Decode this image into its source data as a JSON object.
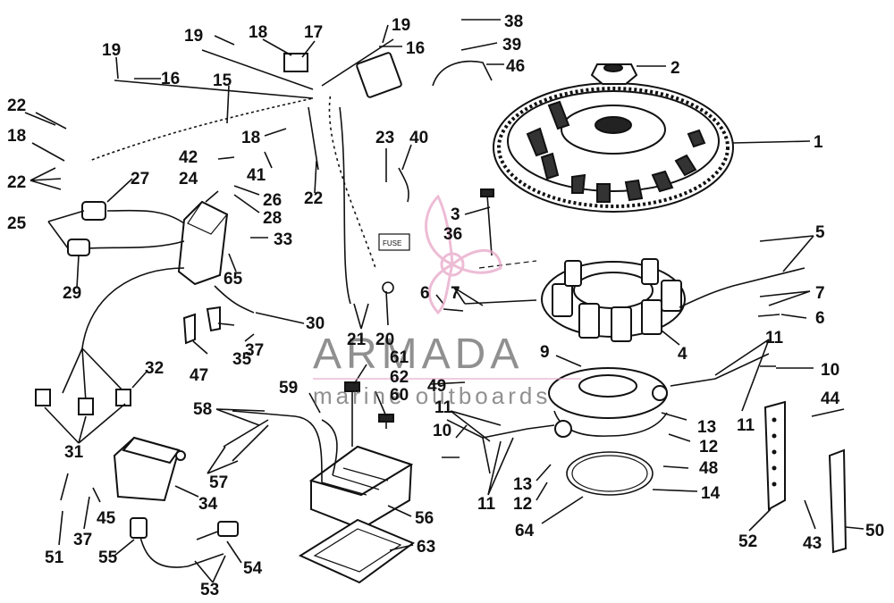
{
  "diagram": {
    "part_labels": [
      {
        "id": "1",
        "text": "1"
      },
      {
        "id": "2",
        "text": "2"
      },
      {
        "id": "3",
        "text": "3"
      },
      {
        "id": "4",
        "text": "4"
      },
      {
        "id": "5",
        "text": "5"
      },
      {
        "id": "6a",
        "text": "6"
      },
      {
        "id": "6b",
        "text": "6"
      },
      {
        "id": "7a",
        "text": "7"
      },
      {
        "id": "7b",
        "text": "7"
      },
      {
        "id": "9",
        "text": "9"
      },
      {
        "id": "10a",
        "text": "10"
      },
      {
        "id": "10b",
        "text": "10"
      },
      {
        "id": "11a",
        "text": "11"
      },
      {
        "id": "11b",
        "text": "11"
      },
      {
        "id": "11c",
        "text": "11"
      },
      {
        "id": "11d",
        "text": "11"
      },
      {
        "id": "12a",
        "text": "12"
      },
      {
        "id": "12b",
        "text": "12"
      },
      {
        "id": "13a",
        "text": "13"
      },
      {
        "id": "13b",
        "text": "13"
      },
      {
        "id": "14",
        "text": "14"
      },
      {
        "id": "15",
        "text": "15"
      },
      {
        "id": "16a",
        "text": "16"
      },
      {
        "id": "16b",
        "text": "16"
      },
      {
        "id": "17",
        "text": "17"
      },
      {
        "id": "18a",
        "text": "18"
      },
      {
        "id": "18b",
        "text": "18"
      },
      {
        "id": "18c",
        "text": "18"
      },
      {
        "id": "19a",
        "text": "19"
      },
      {
        "id": "19b",
        "text": "19"
      },
      {
        "id": "19c",
        "text": "19"
      },
      {
        "id": "20",
        "text": "20"
      },
      {
        "id": "21",
        "text": "21"
      },
      {
        "id": "22a",
        "text": "22"
      },
      {
        "id": "22b",
        "text": "22"
      },
      {
        "id": "22c",
        "text": "22"
      },
      {
        "id": "23",
        "text": "23"
      },
      {
        "id": "24",
        "text": "24"
      },
      {
        "id": "25",
        "text": "25"
      },
      {
        "id": "26",
        "text": "26"
      },
      {
        "id": "27",
        "text": "27"
      },
      {
        "id": "28",
        "text": "28"
      },
      {
        "id": "29",
        "text": "29"
      },
      {
        "id": "30",
        "text": "30"
      },
      {
        "id": "31",
        "text": "31"
      },
      {
        "id": "32",
        "text": "32"
      },
      {
        "id": "33",
        "text": "33"
      },
      {
        "id": "34",
        "text": "34"
      },
      {
        "id": "35",
        "text": "35"
      },
      {
        "id": "36",
        "text": "36"
      },
      {
        "id": "37a",
        "text": "37"
      },
      {
        "id": "37b",
        "text": "37"
      },
      {
        "id": "38",
        "text": "38"
      },
      {
        "id": "39",
        "text": "39"
      },
      {
        "id": "40",
        "text": "40"
      },
      {
        "id": "41",
        "text": "41"
      },
      {
        "id": "42",
        "text": "42"
      },
      {
        "id": "43",
        "text": "43"
      },
      {
        "id": "44",
        "text": "44"
      },
      {
        "id": "45",
        "text": "45"
      },
      {
        "id": "46",
        "text": "46"
      },
      {
        "id": "47",
        "text": "47"
      },
      {
        "id": "48",
        "text": "48"
      },
      {
        "id": "49",
        "text": "49"
      },
      {
        "id": "50",
        "text": "50"
      },
      {
        "id": "51",
        "text": "51"
      },
      {
        "id": "52",
        "text": "52"
      },
      {
        "id": "53",
        "text": "53"
      },
      {
        "id": "54",
        "text": "54"
      },
      {
        "id": "55",
        "text": "55"
      },
      {
        "id": "56",
        "text": "56"
      },
      {
        "id": "57",
        "text": "57"
      },
      {
        "id": "58",
        "text": "58"
      },
      {
        "id": "59",
        "text": "59"
      },
      {
        "id": "60",
        "text": "60"
      },
      {
        "id": "61",
        "text": "61"
      },
      {
        "id": "62",
        "text": "62"
      },
      {
        "id": "63",
        "text": "63"
      },
      {
        "id": "64",
        "text": "64"
      },
      {
        "id": "65",
        "text": "65"
      }
    ],
    "fuse_label": "FUSE"
  },
  "watermark": {
    "brand": "ARMADA",
    "tagline": "marine outboards",
    "color_logo": "#e8a6c8",
    "color_text": "#6b6b6b"
  },
  "colors": {
    "line": "#111111",
    "background": "#ffffff"
  }
}
